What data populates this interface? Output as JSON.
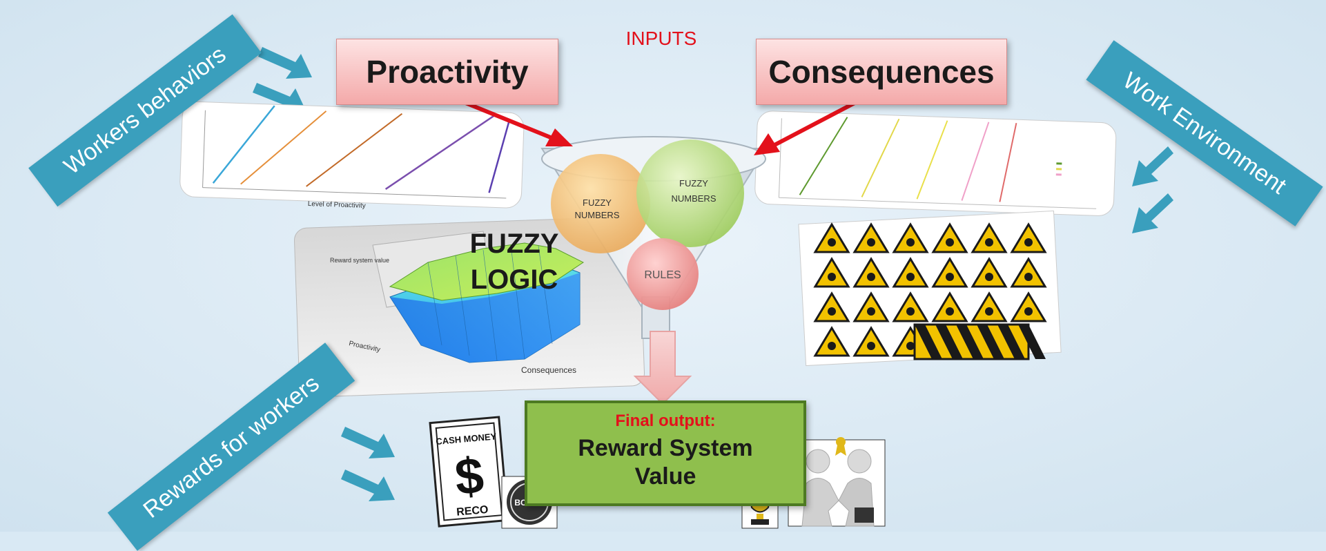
{
  "title": "INPUTS",
  "ribbons": {
    "workers_behaviors": "Workers behaviors",
    "work_environment": "Work Environment",
    "rewards_for_workers": "Rewards for workers"
  },
  "inputs": {
    "proactivity": "Proactivity",
    "consequences": "Consequences"
  },
  "funnel": {
    "fuzzy_numbers_left": "FUZZY NUMBERS",
    "fuzzy_numbers_right": "FUZZY NUMBERS",
    "rules": "RULES"
  },
  "fuzzy_logic_label_1": "FUZZY",
  "fuzzy_logic_label_2": "LOGIC",
  "proactivity_chart": {
    "xlabel": "Level of Proactivity"
  },
  "surface_plot": {
    "zlabel": "Reward system value",
    "xlabel": "Proactivity",
    "ylabel": "Consequences"
  },
  "output": {
    "label": "Final output:",
    "value_line1": "Reward System",
    "value_line2": "Value"
  },
  "reward_icons": {
    "cash_money": "CASH MONEY",
    "dollar": "$",
    "record": "RECO",
    "bonus": "BONUS"
  },
  "colors": {
    "ribbon": "#3a9fbd",
    "arrow_blue": "#3a9fbd",
    "arrow_red": "#e3111b",
    "inputs_title": "#e3111b",
    "final_output_label": "#e3111b",
    "final_box": "#8fbf4d"
  }
}
